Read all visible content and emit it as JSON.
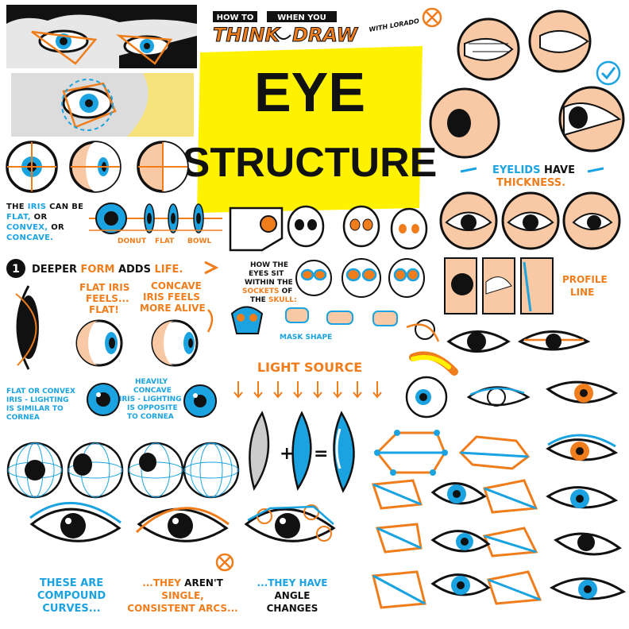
{
  "header": {
    "line1_a": "HOW TO",
    "line1_b": "WHEN YOU",
    "line2_a": "THINK",
    "line2_b": "DRAW",
    "credit": "WITH LORADO",
    "title_1": "EYE",
    "title_2": "STRUCTURE"
  },
  "iris": {
    "t1": "THE",
    "t1_hl": "IRIS",
    "t1_b": "CAN BE",
    "t2": "FLAT,",
    "t2_b": "OR",
    "t3": "CONVEX,",
    "t3_b": "OR",
    "t4": "CONCAVE.",
    "label_donut": "DONUT",
    "label_flat": "FLAT",
    "label_bowl": "BOWL"
  },
  "deeper": {
    "number": "1",
    "text_a": "DEEPER",
    "text_form": "FORM",
    "text_b": "ADDS",
    "text_life": "LIFE.",
    "flat_1": "FLAT IRIS",
    "flat_2": "FEELS...",
    "flat_3": "FLAT!",
    "concave_1": "CONCAVE",
    "concave_2": "IRIS FEELS",
    "concave_3": "MORE ALIVE"
  },
  "cornea": {
    "left_1": "FLAT",
    "left_1b": "OR CONVEX",
    "left_2": "IRIS - LIGHTING",
    "left_3a": "IS",
    "left_3b": "SIMILAR",
    "left_3c": "TO",
    "left_4": "CORNEA",
    "right_1": "HEAVILY",
    "right_2": "CONCAVE",
    "right_3": "IRIS - LIGHTING",
    "right_4a": "IS",
    "right_4b": "OPPOSITE",
    "right_5": "TO CORNEA"
  },
  "skull": {
    "t1": "HOW THE",
    "t2": "EYES SIT",
    "t3": "WITHIN THE",
    "t4": "SOCKETS",
    "t4b": "OF",
    "t5": "THE",
    "t5b": "SKULL:",
    "mask": "MASK SHAPE"
  },
  "light": {
    "title": "LIGHT SOURCE",
    "plus": "+",
    "equals": "="
  },
  "curves": {
    "c1_1": "THESE ARE",
    "c1_2": "COMPOUND",
    "c1_3": "CURVES...",
    "c2_1": "...THEY",
    "c2_1b": "AREN'T",
    "c2_2": "SINGLE,",
    "c2_3": "CONSISTENT ARCS...",
    "c3_1": "...THEY HAVE",
    "c3_2": "ANGLE",
    "c3_3": "CHANGES"
  },
  "lids": {
    "t1": "EYELIDS",
    "t1b": "HAVE",
    "t2": "THICKNESS.",
    "profile_1": "PROFILE",
    "profile_2": "LINE"
  },
  "colors": {
    "blue": "#1aa3e0",
    "orange": "#f07d1c",
    "skin": "#f8c9a4",
    "yellow": "#fff200",
    "ink": "#111111"
  }
}
